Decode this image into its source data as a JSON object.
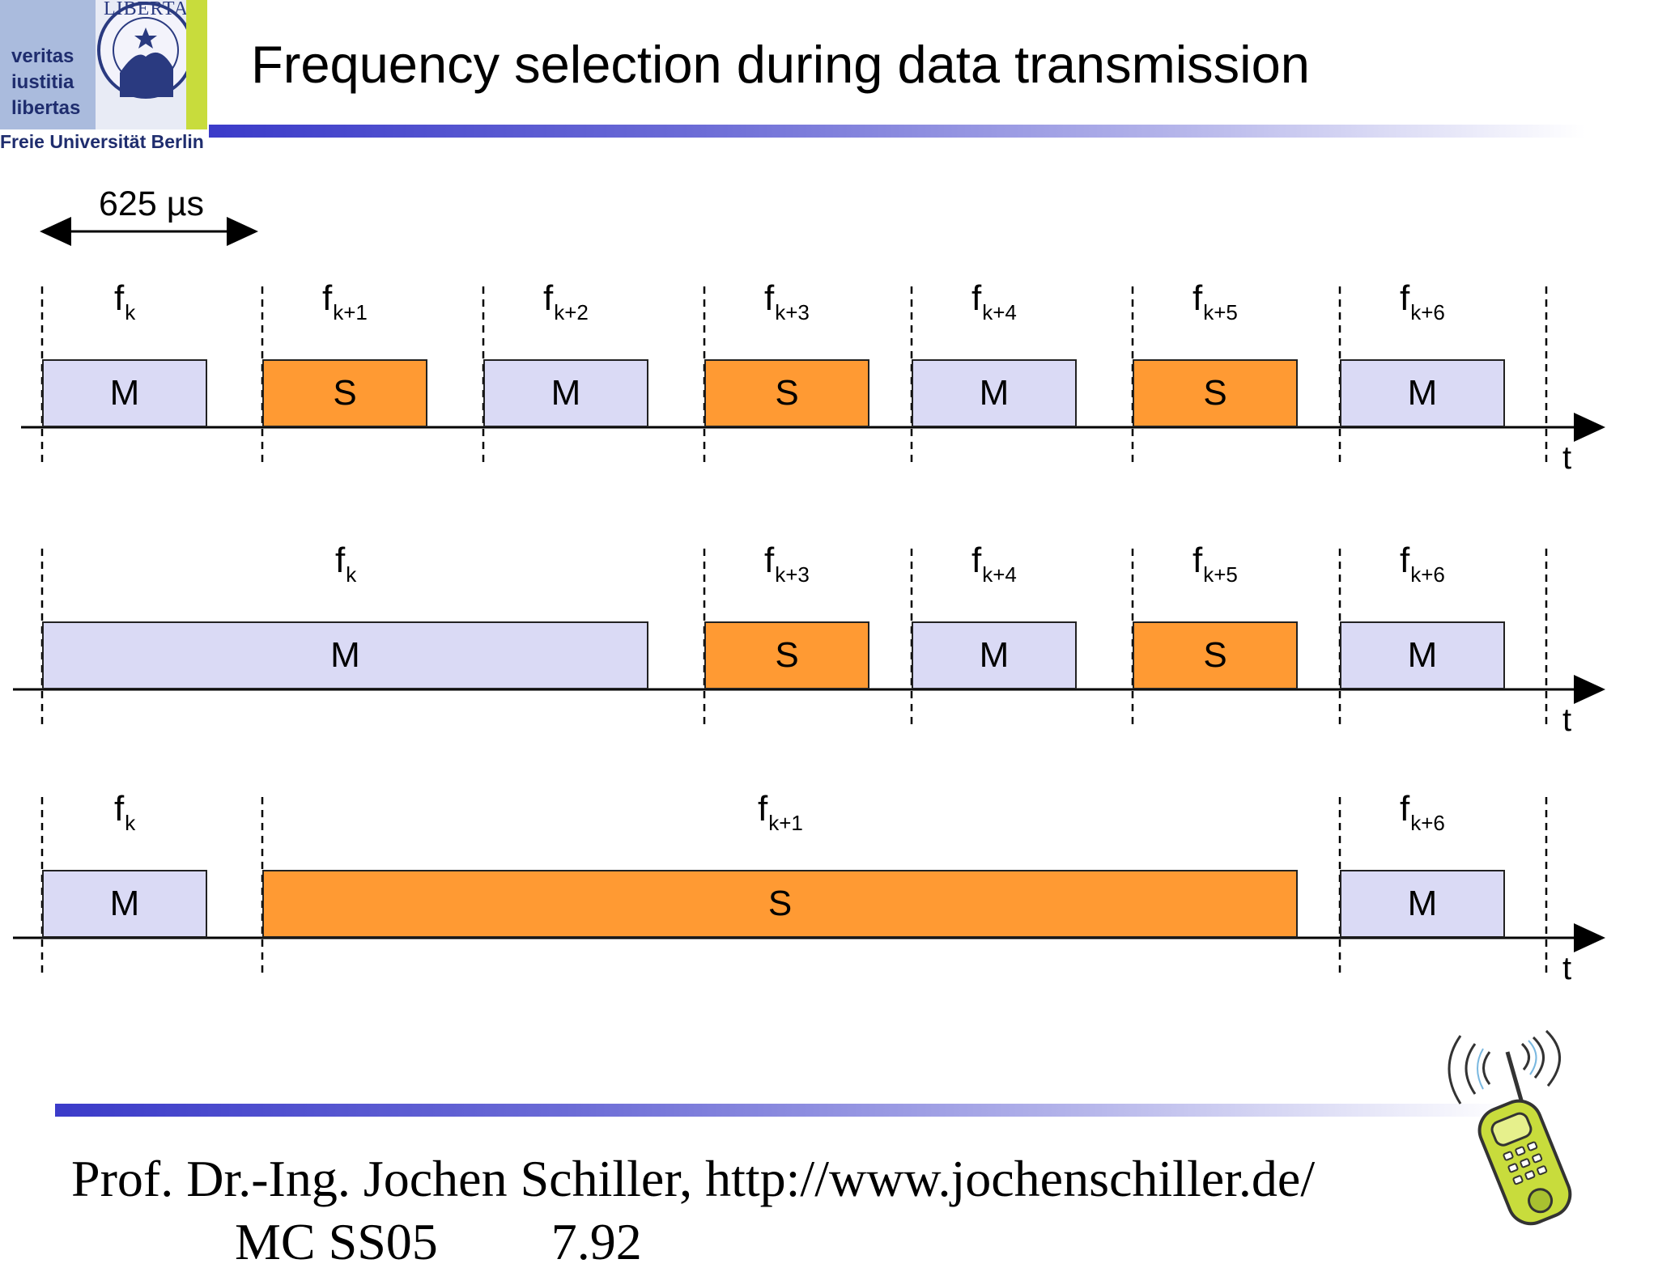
{
  "header": {
    "title": "Frequency selection during data transmission",
    "logo": {
      "motto": [
        "veritas",
        "iustitia",
        "libertas"
      ],
      "seal_text": "LIBERTAS",
      "university": "Freie Universität Berlin"
    }
  },
  "diagram": {
    "duration_label": "625 µs",
    "axis_label": "t",
    "rows": [
      {
        "frequencies": [
          {
            "base": "f",
            "sub": "k"
          },
          {
            "base": "f",
            "sub": "k+1"
          },
          {
            "base": "f",
            "sub": "k+2"
          },
          {
            "base": "f",
            "sub": "k+3"
          },
          {
            "base": "f",
            "sub": "k+4"
          },
          {
            "base": "f",
            "sub": "k+5"
          },
          {
            "base": "f",
            "sub": "k+6"
          }
        ],
        "packets": [
          {
            "label": "M",
            "role": "master",
            "slots": 1
          },
          {
            "label": "S",
            "role": "slave",
            "slots": 1
          },
          {
            "label": "M",
            "role": "master",
            "slots": 1
          },
          {
            "label": "S",
            "role": "slave",
            "slots": 1
          },
          {
            "label": "M",
            "role": "master",
            "slots": 1
          },
          {
            "label": "S",
            "role": "slave",
            "slots": 1
          },
          {
            "label": "M",
            "role": "master",
            "slots": 1
          }
        ]
      },
      {
        "frequencies": [
          {
            "base": "f",
            "sub": "k"
          },
          {
            "base": "f",
            "sub": "k+3"
          },
          {
            "base": "f",
            "sub": "k+4"
          },
          {
            "base": "f",
            "sub": "k+5"
          },
          {
            "base": "f",
            "sub": "k+6"
          }
        ],
        "packets": [
          {
            "label": "M",
            "role": "master",
            "slots": 3
          },
          {
            "label": "S",
            "role": "slave",
            "slots": 1
          },
          {
            "label": "M",
            "role": "master",
            "slots": 1
          },
          {
            "label": "S",
            "role": "slave",
            "slots": 1
          },
          {
            "label": "M",
            "role": "master",
            "slots": 1
          }
        ]
      },
      {
        "frequencies": [
          {
            "base": "f",
            "sub": "k"
          },
          {
            "base": "f",
            "sub": "k+1"
          },
          {
            "base": "f",
            "sub": "k+6"
          }
        ],
        "packets": [
          {
            "label": "M",
            "role": "master",
            "slots": 1
          },
          {
            "label": "S",
            "role": "slave",
            "slots": 5
          },
          {
            "label": "M",
            "role": "master",
            "slots": 1
          }
        ]
      }
    ]
  },
  "colors": {
    "master": "#dadaf5",
    "slave": "#ff9a33",
    "accent_bar": "#3b3bc9",
    "logo_green": "#c8dc3c"
  },
  "footer": {
    "text": "Prof. Dr.-Ing. Jochen Schiller, http://www.jochenschiller.de/",
    "course": "MC SS05",
    "page": "7.92",
    "clipart": "cellphone-icon"
  }
}
